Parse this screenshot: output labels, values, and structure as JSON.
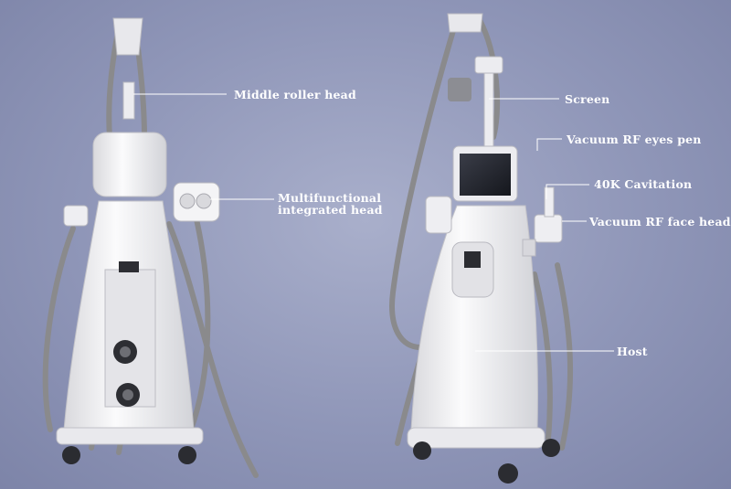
{
  "labels": {
    "middle_roller_head": "Middle roller head",
    "multifunctional_line1": "Multifunctional",
    "multifunctional_line2": "integrated head",
    "screen": "Screen",
    "vacuum_rf_eyes_pen": "Vacuum RF eyes pen",
    "cavitation_40k": "40K Cavitation",
    "vacuum_rf_face_head": "Vacuum RF face head",
    "host": "Host"
  },
  "colors": {
    "background": "#8f96b8",
    "machine_body": "#f2f2f4",
    "cable": "#8a8a8c",
    "label_text": "#ffffff"
  }
}
